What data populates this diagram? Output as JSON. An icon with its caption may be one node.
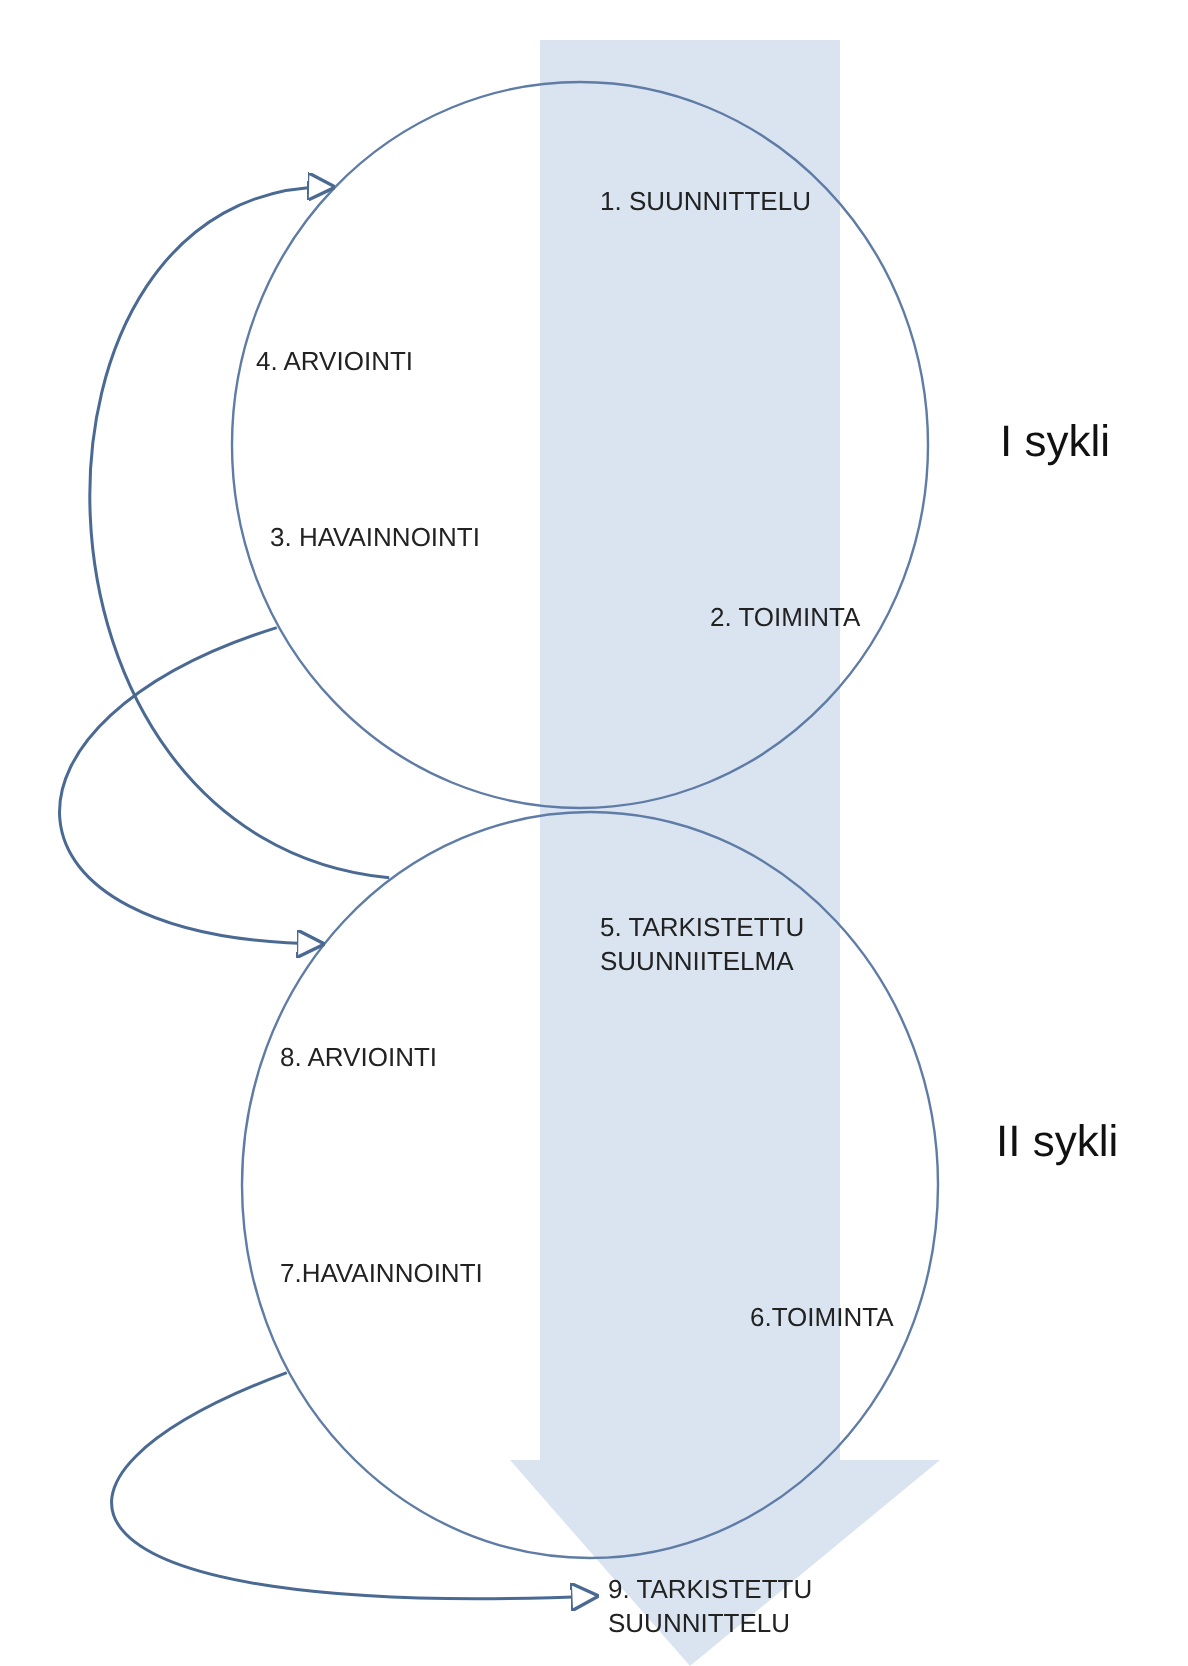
{
  "diagram": {
    "nodes": [
      {
        "text": [
          "1. SUUNNITTELU",
          "4. ARVIOINTI",
          "3. HAVAINNOINTI",
          "2. TOIMINTA"
        ],
        "beside": [
          "I sykli"
        ]
      },
      {
        "text": [
          "5. TARKISTETTU SUUNNIITELMA",
          "8. ARVIOINTI",
          "7.HAVAINNOINTI",
          "6.TOIMINTA"
        ],
        "beside": [
          "II sykli"
        ]
      },
      {
        "text": [
          "9. TARKISTETTU SUUNNITTELU"
        ]
      }
    ],
    "edges": [
      {
        "from": 1,
        "to": 0,
        "arrow": "to"
      },
      {
        "from": 0,
        "to": 1,
        "arrow": "to"
      },
      {
        "from": 1,
        "to": 2,
        "arrow": "to"
      }
    ]
  }
}
